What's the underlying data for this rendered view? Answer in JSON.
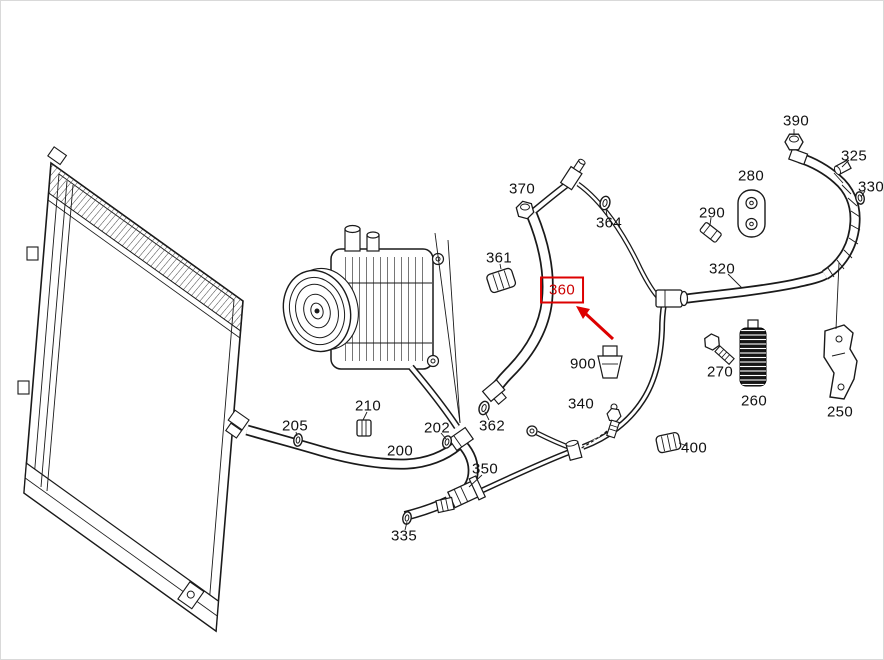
{
  "diagram": {
    "kind": "ac-system-parts-diagram",
    "canvas": {
      "background": "#ffffff",
      "line_color": "#1a1a1a"
    },
    "highlight": {
      "part": "360",
      "box_color": "#dd0000",
      "arrow_color": "#dd0000",
      "text_color": "#cc0000"
    },
    "part_labels": [
      {
        "id": "390"
      },
      {
        "id": "325"
      },
      {
        "id": "330"
      },
      {
        "id": "280"
      },
      {
        "id": "290"
      },
      {
        "id": "370"
      },
      {
        "id": "364"
      },
      {
        "id": "361"
      },
      {
        "id": "360",
        "highlighted": true
      },
      {
        "id": "320"
      },
      {
        "id": "900"
      },
      {
        "id": "270"
      },
      {
        "id": "340"
      },
      {
        "id": "260"
      },
      {
        "id": "250"
      },
      {
        "id": "400"
      },
      {
        "id": "210"
      },
      {
        "id": "205"
      },
      {
        "id": "202"
      },
      {
        "id": "362"
      },
      {
        "id": "200"
      },
      {
        "id": "350"
      },
      {
        "id": "335"
      }
    ]
  }
}
